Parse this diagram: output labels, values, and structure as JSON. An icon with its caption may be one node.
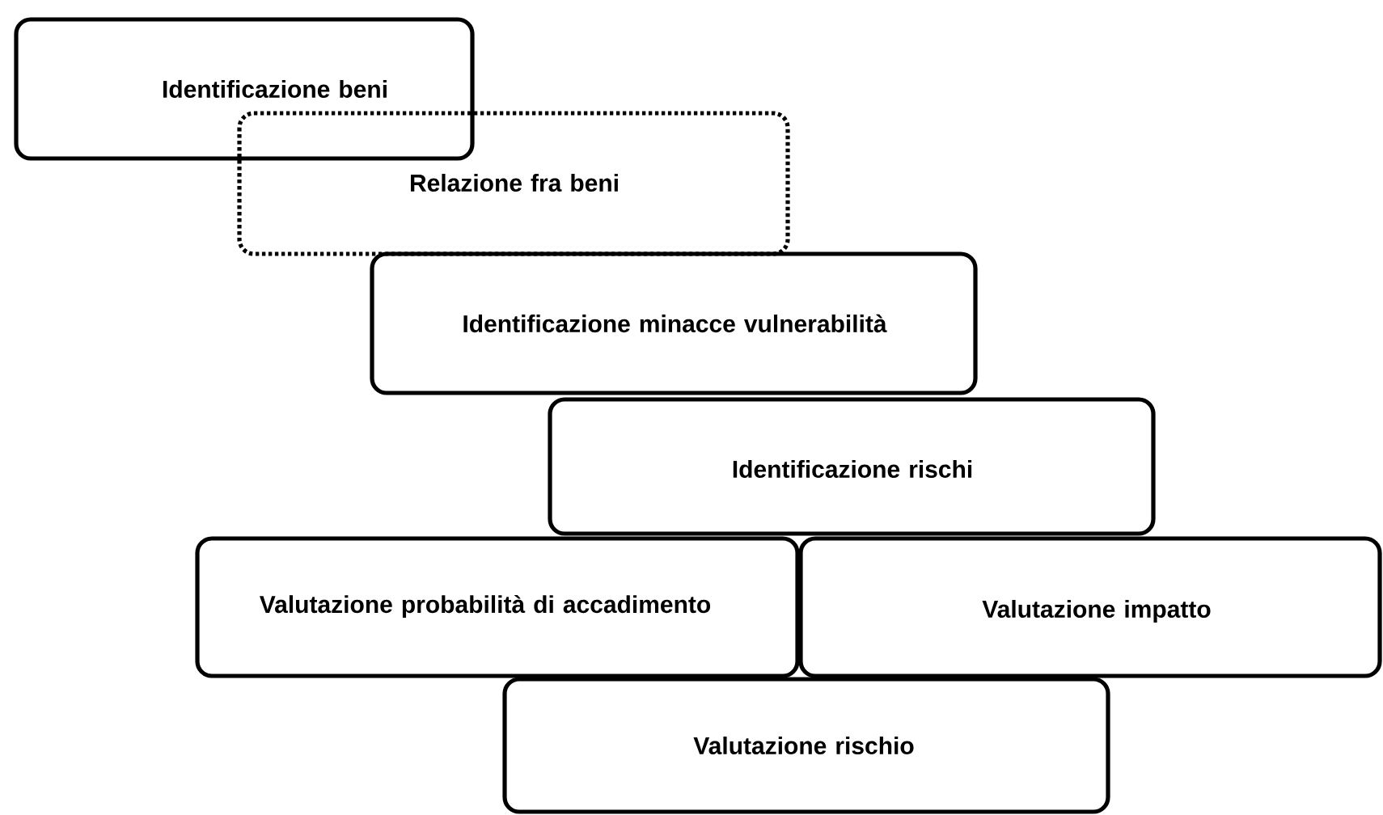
{
  "diagram": {
    "nodes": [
      {
        "text": [
          "Identificazione beni"
        ]
      },
      {
        "text": [
          "Relazione fra beni"
        ]
      },
      {
        "text": [
          "Identificazione minacce vulnerabilità"
        ]
      },
      {
        "text": [
          "Identificazione rischi"
        ]
      },
      {
        "text": [
          "Valutazione probabilità di accadimento"
        ]
      },
      {
        "text": [
          "Valutazione impatto"
        ]
      },
      {
        "text": [
          "Valutazione rischio"
        ]
      }
    ]
  }
}
